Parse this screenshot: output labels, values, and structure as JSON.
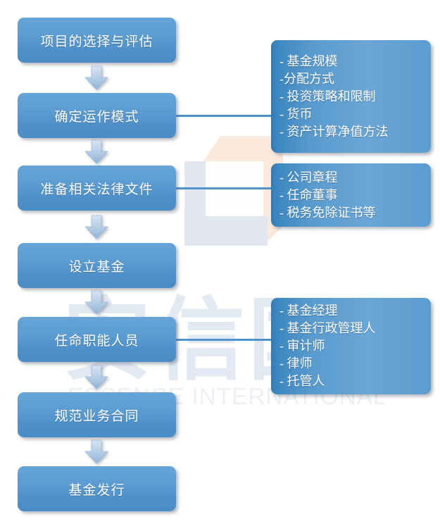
{
  "watermark": {
    "chinese_text": "安信国际",
    "english_text": "ESSENCE INTERNATIONAL",
    "logo_name": "cube-logo",
    "colors": {
      "peach": "#fbe9dc",
      "grey_blue": "#e2e7ef",
      "cn_text": "#e3e9f2",
      "en_text": "#eceff4"
    }
  },
  "theme": {
    "box_blue_light": "#67a5d8",
    "box_blue_dark": "#4a8cc5",
    "detail_edge_blue": "#2f7cb8",
    "connector_blue": "#4e93cc",
    "arrow_light": "#cddcee",
    "arrow_dark": "#93b6d8",
    "background": "#ffffff"
  },
  "flow": {
    "steps": [
      {
        "id": "step-1",
        "label": "项目的选择与评估"
      },
      {
        "id": "step-2",
        "label": "确定运作模式"
      },
      {
        "id": "step-3",
        "label": "准备相关法律文件"
      },
      {
        "id": "step-4",
        "label": "设立基金"
      },
      {
        "id": "step-5",
        "label": "任命职能人员"
      },
      {
        "id": "step-6",
        "label": "规范业务合同"
      },
      {
        "id": "step-7",
        "label": "基金发行"
      }
    ],
    "arrows": [
      {
        "id": "arrow-1",
        "from": "step-1",
        "to": "step-2"
      },
      {
        "id": "arrow-2",
        "from": "step-2",
        "to": "step-3"
      },
      {
        "id": "arrow-3",
        "from": "step-3",
        "to": "step-4"
      },
      {
        "id": "arrow-4",
        "from": "step-4",
        "to": "step-5"
      },
      {
        "id": "arrow-5",
        "from": "step-5",
        "to": "step-6"
      },
      {
        "id": "arrow-6",
        "from": "step-6",
        "to": "step-7"
      }
    ],
    "details": [
      {
        "id": "detail-1",
        "attached_to": "step-2",
        "lines": [
          "- 基金规模",
          "-分配方式",
          "- 投资策略和限制",
          "- 货币",
          "- 资产计算净值方法"
        ]
      },
      {
        "id": "detail-2",
        "attached_to": "step-3",
        "lines": [
          "- 公司章程",
          "- 任命董事",
          "- 税务免除证书等"
        ]
      },
      {
        "id": "detail-3",
        "attached_to": "step-5",
        "lines": [
          "- 基金经理",
          "- 基金行政管理人",
          "- 审计师",
          "- 律师",
          "- 托管人"
        ]
      }
    ],
    "connectors": [
      {
        "id": "connector-1",
        "from": "step-2",
        "to": "detail-1"
      },
      {
        "id": "connector-2",
        "from": "step-3",
        "to": "detail-2"
      },
      {
        "id": "connector-3",
        "from": "step-5",
        "to": "detail-3"
      }
    ]
  }
}
